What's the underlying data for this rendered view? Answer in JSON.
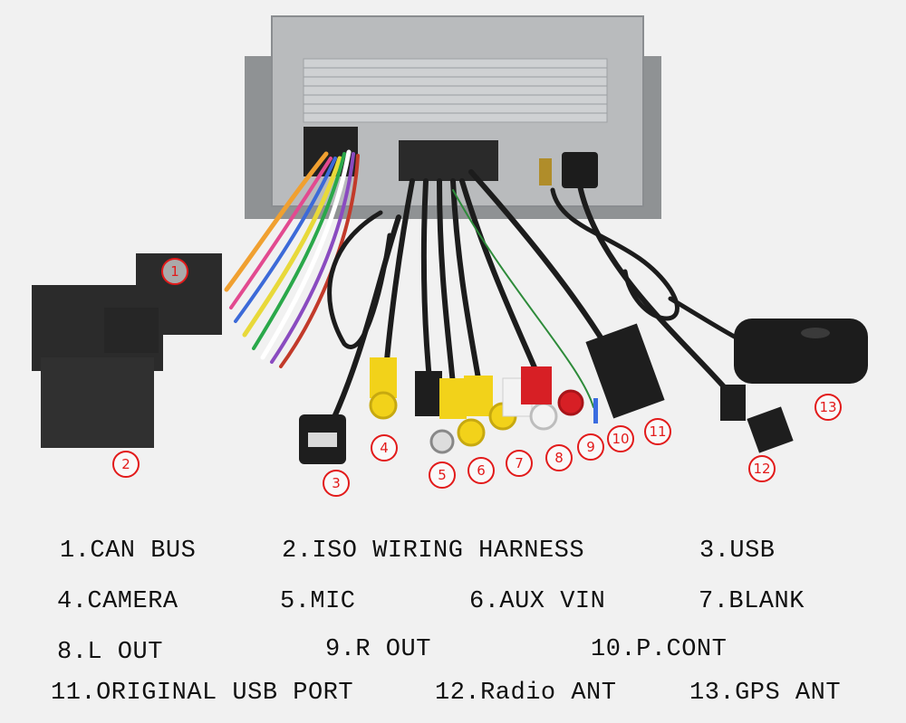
{
  "callouts": [
    "1",
    "2",
    "3",
    "4",
    "5",
    "6",
    "7",
    "8",
    "9",
    "10",
    "11",
    "12",
    "13"
  ],
  "legend": [
    "1.CAN BUS",
    "2.ISO WIRING HARNESS",
    "3.USB",
    "4.CAMERA",
    "5.MIC",
    "6.AUX VIN",
    "7.BLANK",
    "8.L OUT",
    "9.R OUT",
    "10.P.CONT",
    "11.ORIGINAL USB PORT",
    "12.Radio ANT",
    "13.GPS ANT"
  ],
  "colors": {
    "callout": "#e21a1a",
    "chassis": "#b9bbbd",
    "connector": "#2b2b2b",
    "rca_yellow": "#f2d21a",
    "rca_white": "#f3f3f3",
    "rca_red": "#d71f25"
  }
}
